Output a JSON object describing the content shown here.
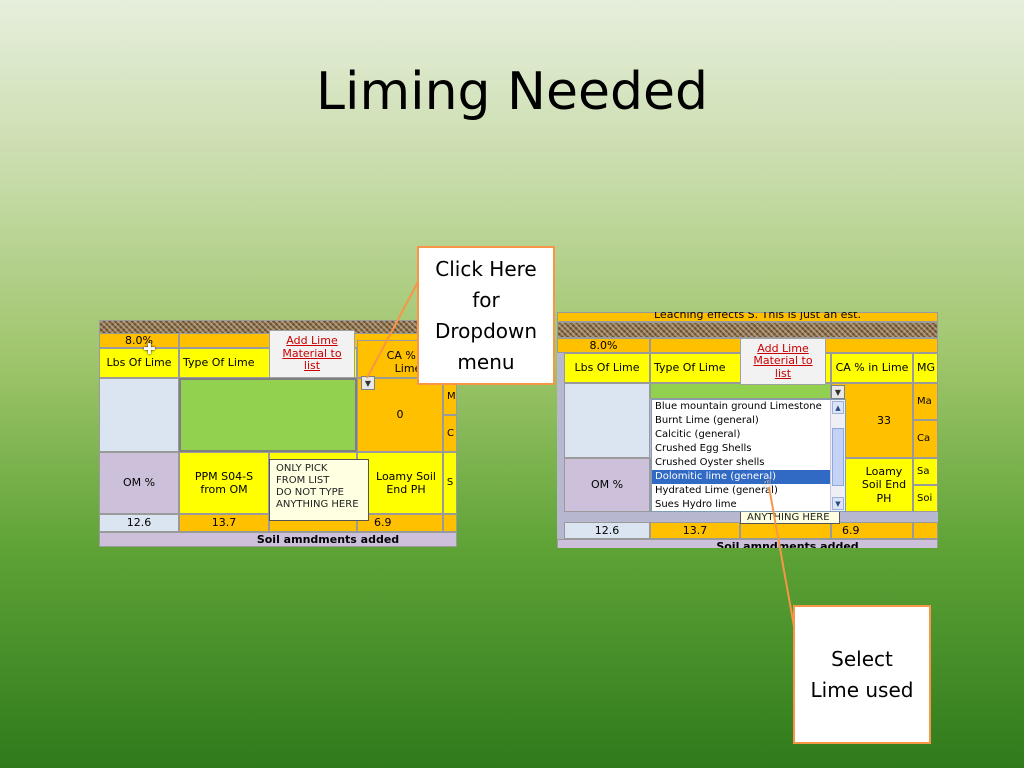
{
  "slide": {
    "title": "Liming Needed"
  },
  "left_shot": {
    "pct": "8.0%",
    "lbs_of_lime": "Lbs Of Lime",
    "type_of_lime": "Type Of Lime",
    "add_lime_button": "Add Lime Material to list",
    "ca_header": "CA % in Lime",
    "ca_value": "0",
    "partial_m": "M",
    "partial_c": "C",
    "om_label": "OM %",
    "ppm_label": "PPM S04-S from OM",
    "tooltip_lines": [
      "ONLY PICK",
      "FROM LIST",
      "DO NOT TYPE",
      "ANYTHING HERE"
    ],
    "loamy_label": "Loamy Soil End PH",
    "partial_s": "S",
    "om_value": "12.6",
    "ppm_value": "13.7",
    "ph_value": "6.9",
    "footer": "Soil amndments added"
  },
  "right_shot": {
    "leach_note": "Leaching effects S. This is just an est.",
    "pct": "8.0%",
    "lbs_of_lime": "Lbs Of Lime",
    "type_of_lime": "Type Of Lime",
    "add_lime_button": "Add Lime Material to list",
    "ca_header": "CA % in Lime",
    "mg_header": "MG",
    "ca_value": "33",
    "partial_ma": "Ma",
    "partial_ca": "Ca",
    "om_label": "OM %",
    "loamy_label": "Loamy Soil End PH",
    "partial_sa": "Sa",
    "partial_so": "Soi",
    "om_value": "12.6",
    "ppm_value": "13.7",
    "ph_value": "6.9",
    "tooltip_partial": "ANYTHING HERE",
    "footer": "Soil amndments added",
    "dropdown_options": [
      "Blue mountain ground Limestone",
      "Burnt Lime (general)",
      "Calcitic (general)",
      "Crushed Egg Shells",
      "Crushed Oyster shells",
      "Dolomitic lime (general)",
      "Hydrated Lime (general)",
      "Sues Hydro lime"
    ],
    "selected_option": "Dolomitic lime (general)"
  },
  "callouts": {
    "dropdown_hint": "Click Here for Dropdown menu",
    "select_hint": "Select Lime used"
  },
  "colors": {
    "callout_border": "#f79646",
    "header_yellow": "#ffff00",
    "cell_orange": "#ffc000",
    "input_green": "#92d050",
    "selection_blue": "#316ac5"
  }
}
